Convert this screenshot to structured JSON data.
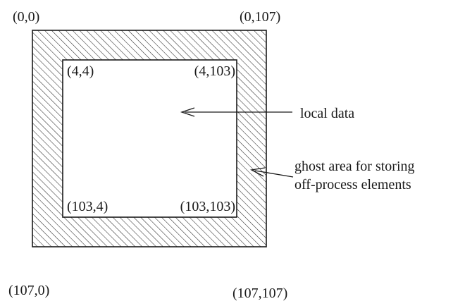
{
  "outer_corners": {
    "top_left": "(0,0)",
    "top_right": "(0,107)",
    "bottom_left": "(107,0)",
    "bottom_right": "(107,107)"
  },
  "inner_corners": {
    "top_left": "(4,4)",
    "top_right": "(4,103)",
    "bottom_left": "(103,4)",
    "bottom_right": "(103,103)"
  },
  "annotations": {
    "local_data": "local data",
    "ghost_line1": "ghost area for storing",
    "ghost_line2": "off-process elements"
  },
  "colors": {
    "stroke": "#1a1a1a",
    "hatch": "#2a2a2a"
  }
}
